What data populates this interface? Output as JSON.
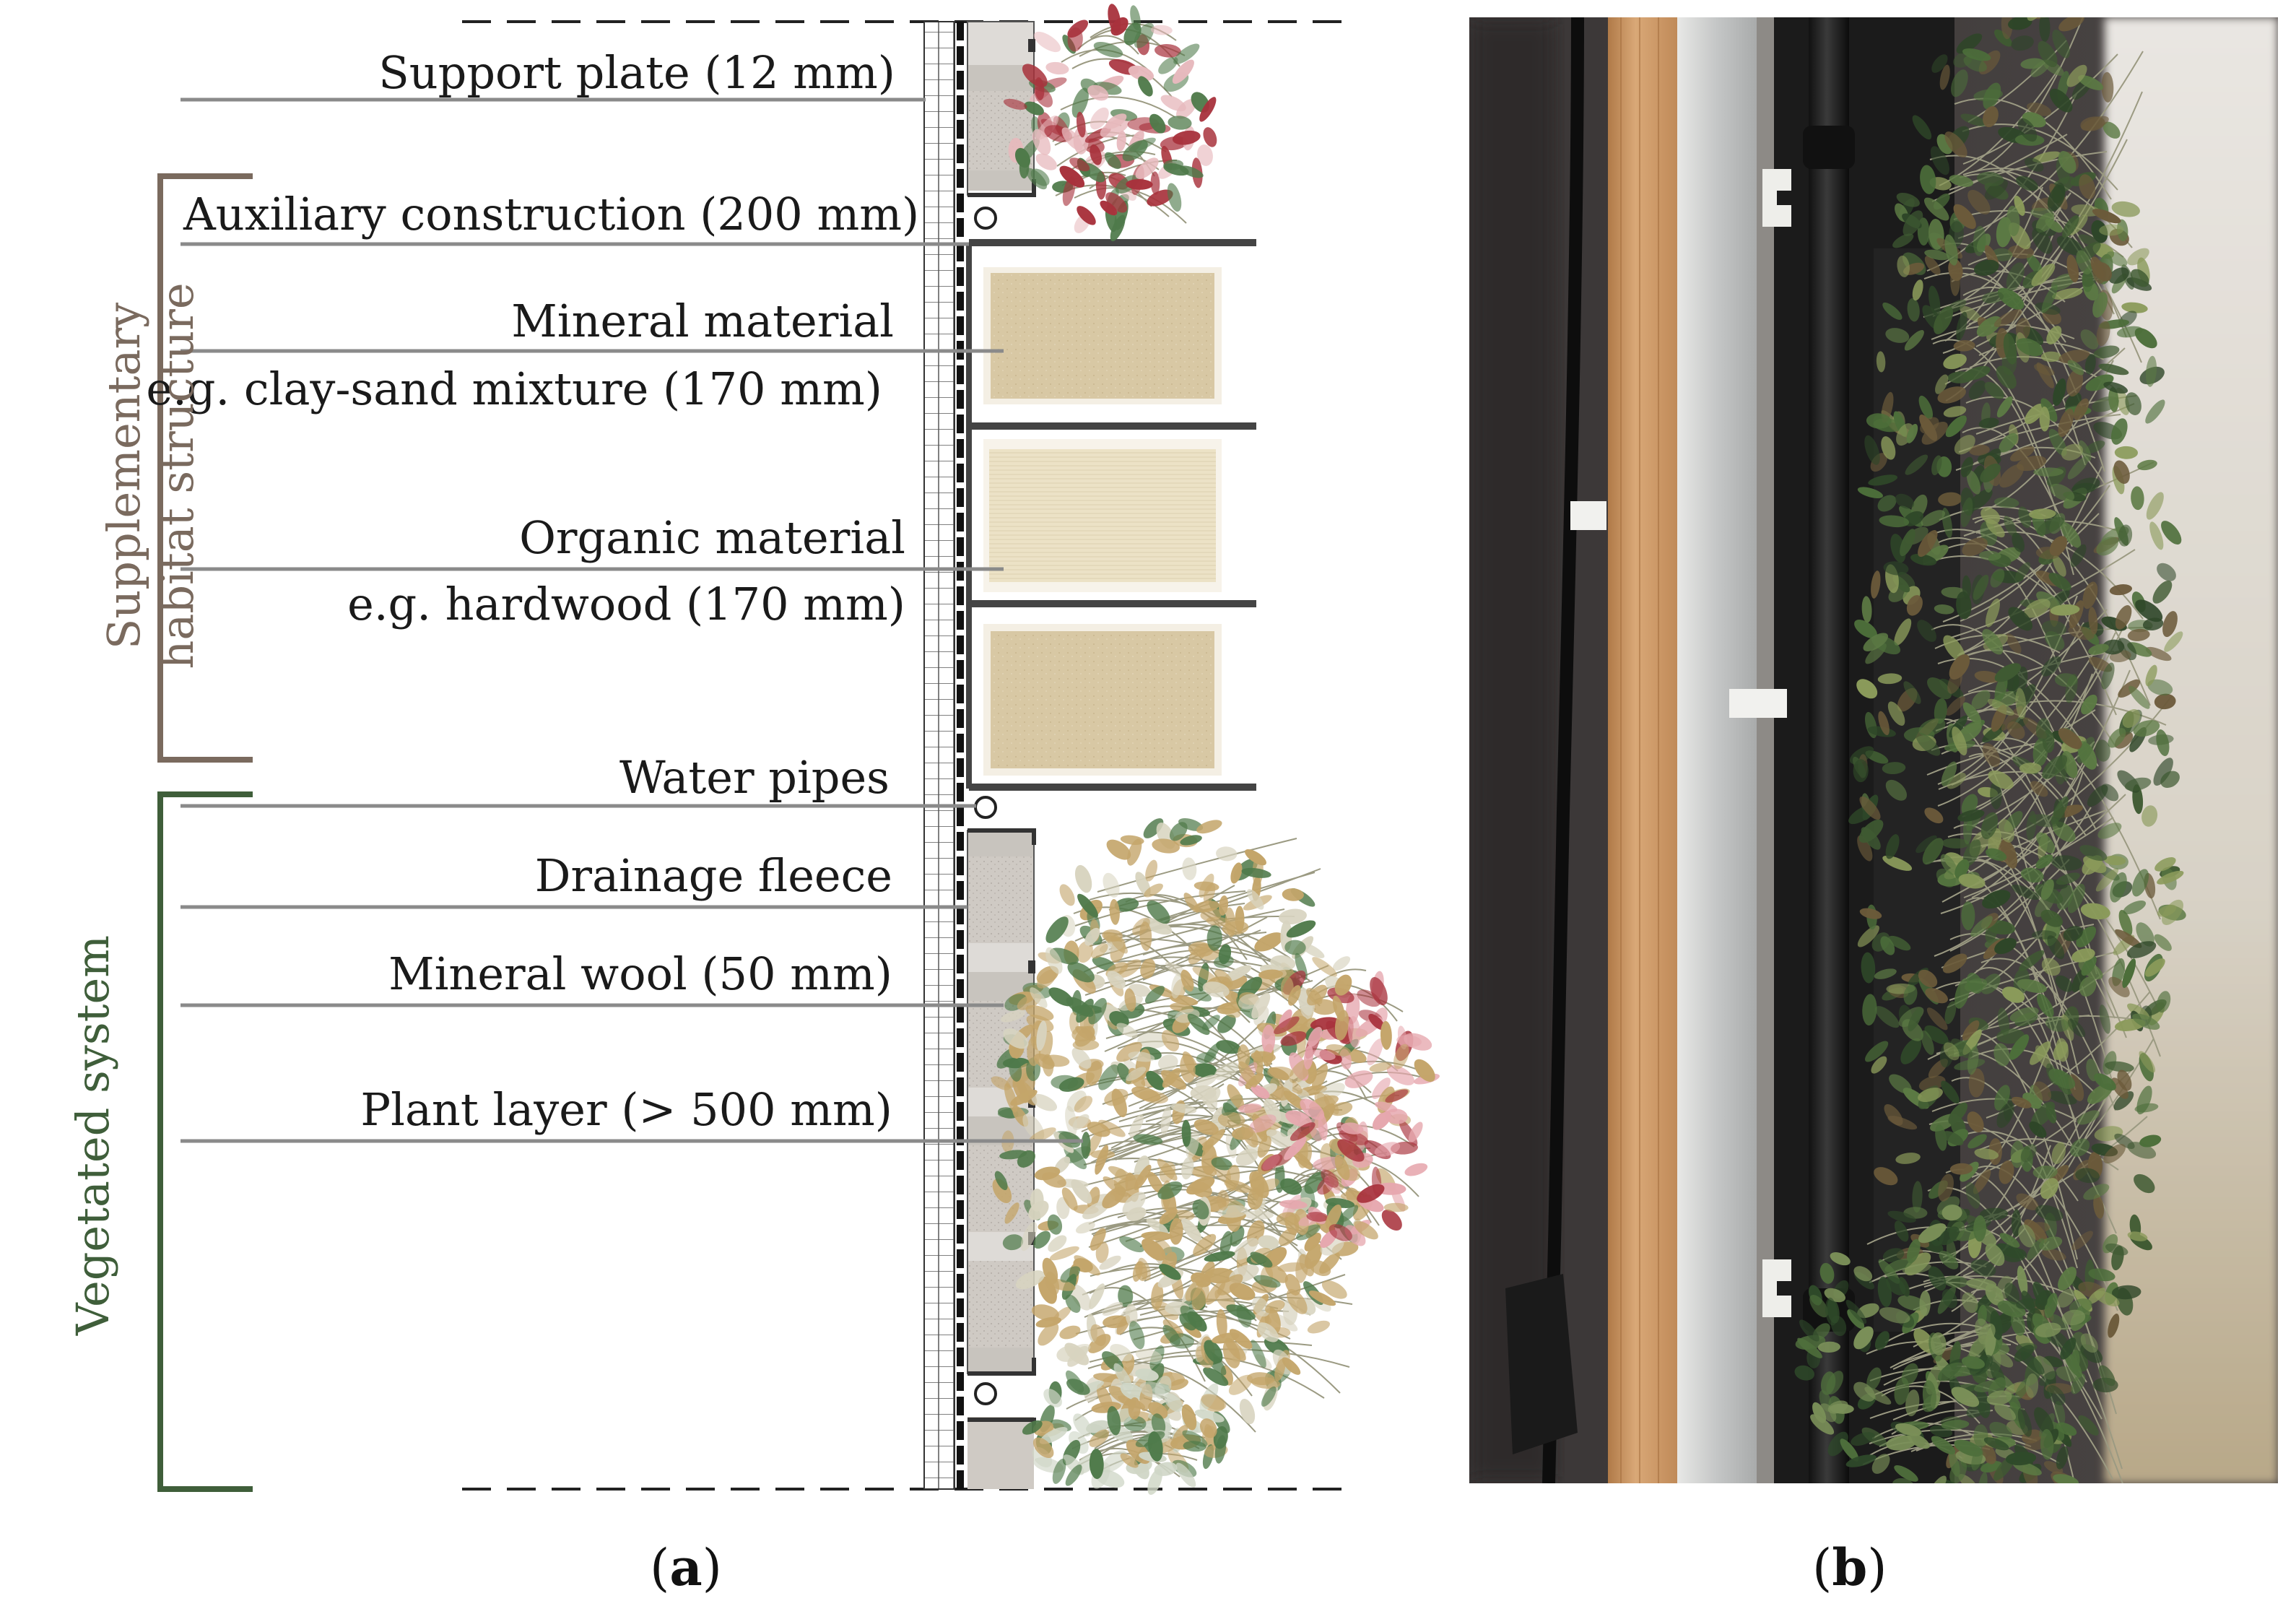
{
  "panel_a": {
    "labels": {
      "support_plate": "Support plate (12 mm)",
      "auxiliary_construction": "Auxiliary construction (200 mm)",
      "mineral_material": "Mineral material",
      "mineral_material_example": "e.g. clay-sand mixture (170 mm)",
      "organic_material": "Organic material",
      "organic_material_example": "e.g. hardwood (170 mm)",
      "water_pipes": "Water pipes",
      "drainage_fleece": "Drainage fleece",
      "mineral_wool": "Mineral wool (50 mm)",
      "plant_layer": "Plant layer (> 500 mm)"
    },
    "brackets": {
      "habitat_line1": "Supplementary",
      "habitat_line2": "habitat structure",
      "vegetated": "Vegetated system"
    },
    "colors": {
      "habitat_bracket": "#7a6a5e",
      "vegetated_bracket": "#3f5e3a",
      "leader_line": "#8a8a8a",
      "mineral_fill": "#d9c9a8",
      "organic_fill": "#ece4cc",
      "leaf_red": "#a8323c",
      "leaf_green": "#4f7a4a",
      "leaf_tan": "#c4a56a"
    }
  },
  "captions": {
    "a": "a",
    "b": "b"
  }
}
